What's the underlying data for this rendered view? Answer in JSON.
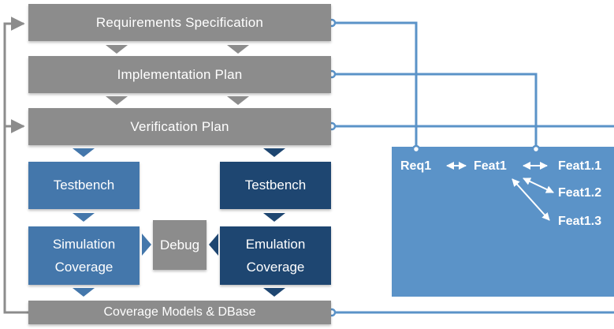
{
  "flow": {
    "requirements_spec": "Requirements Specification",
    "implementation_plan": "Implementation Plan",
    "verification_plan": "Verification Plan",
    "testbench_left": "Testbench",
    "testbench_right": "Testbench",
    "simulation": "Simulation",
    "simulation_coverage": "Coverage",
    "debug": "Debug",
    "emulation": "Emulation",
    "emulation_coverage": "Coverage",
    "coverage_models": "Coverage Models & DBase"
  },
  "features": {
    "req1": "Req1",
    "feat1": "Feat1",
    "feat1_1": "Feat1.1",
    "feat1_2": "Feat1.2",
    "feat1_3": "Feat1.3"
  },
  "colors": {
    "gray_box": "#8c8c8c",
    "blue_mid": "#4477ab",
    "blue_dark": "#1e4671",
    "panel_blue": "#5b93c8",
    "connector": "#5b93c8"
  }
}
